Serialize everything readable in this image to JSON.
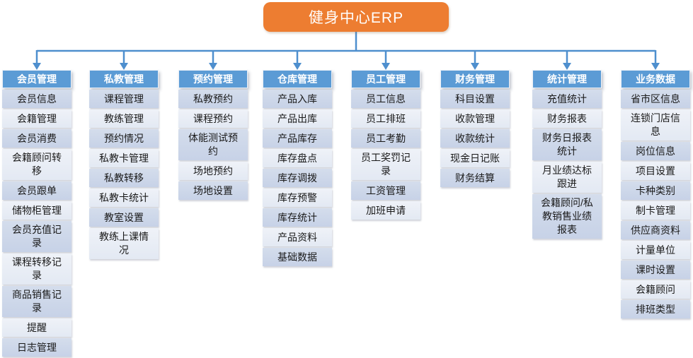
{
  "title": "健身中心ERP",
  "colors": {
    "root_orange": "#ED7D31",
    "header_blue": "#5B9BD5",
    "item_dark": "#CBD6E8",
    "item_light": "#E9EDF6",
    "connector_blue": "#4E8FCE",
    "text_dark": "#1A1A1A",
    "text_light": "#FFFFFF"
  },
  "columns": [
    {
      "header": "会员管理",
      "items": [
        "会员信息",
        "会籍管理",
        "会员消费",
        "会籍顾问转移",
        "会员跟单",
        "储物柜管理",
        "会员充值记录",
        "课程转移记录",
        "商品销售记录",
        "提醒",
        "日志管理"
      ]
    },
    {
      "header": "私教管理",
      "items": [
        "课程管理",
        "教练管理",
        "预约情况",
        "私教卡管理",
        "私教转移",
        "私教卡统计",
        "教室设置",
        "教练上课情况"
      ]
    },
    {
      "header": "预约管理",
      "items": [
        "私教预约",
        "课程预约",
        "体能测试预约",
        "场地预约",
        "场地设置"
      ]
    },
    {
      "header": "仓库管理",
      "items": [
        "产品入库",
        "产品出库",
        "产品库存",
        "库存盘点",
        "库存调拨",
        "库存预警",
        "库存统计",
        "产品资料",
        "基础数据"
      ]
    },
    {
      "header": "员工管理",
      "items": [
        "员工信息",
        "员工排班",
        "员工考勤",
        "员工奖罚记录",
        "工资管理",
        "加班申请"
      ]
    },
    {
      "header": "财务管理",
      "items": [
        "科目设置",
        "收款管理",
        "收款统计",
        "现金日记账",
        "财务结算"
      ]
    },
    {
      "header": "统计管理",
      "items": [
        "充值统计",
        "财务报表",
        "财务日报表统计",
        "月业绩达标跟进",
        "会籍顾问/私教销售业绩报表"
      ]
    },
    {
      "header": "业务数据",
      "items": [
        "省市区信息",
        "连锁门店信息",
        "岗位信息",
        "项目设置",
        "卡种类别",
        "制卡管理",
        "供应商资料",
        "计量单位",
        "课时设置",
        "会籍顾问",
        "排班类型"
      ]
    }
  ]
}
